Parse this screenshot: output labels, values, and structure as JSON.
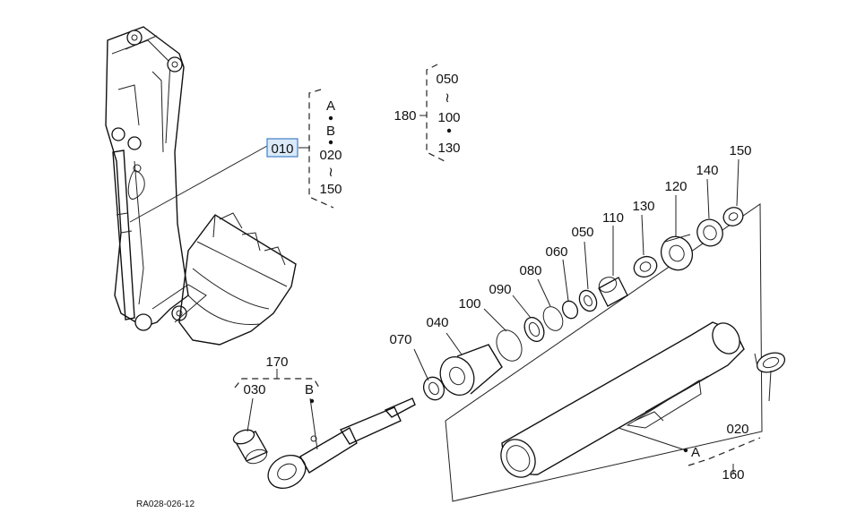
{
  "diagram_id": "RA028-026-12",
  "selected_part": "010",
  "callouts": {
    "p010": "010",
    "p020a": "020",
    "p020b": "020",
    "p030": "030",
    "p040": "040",
    "p050a": "050",
    "p050b": "050",
    "p060": "060",
    "p070": "070",
    "p080": "080",
    "p090": "090",
    "p100a": "100",
    "p100b": "100",
    "p110": "110",
    "p120": "120",
    "p130a": "130",
    "p130b": "130",
    "p140": "140",
    "p150a": "150",
    "p150b": "150",
    "p160": "160",
    "p170": "170",
    "p180": "180"
  },
  "group_letters": {
    "a1": "A",
    "b1": "B",
    "a2": "A",
    "b2": "B"
  },
  "range_marks": {
    "r1": "≀",
    "r2": "≀"
  }
}
